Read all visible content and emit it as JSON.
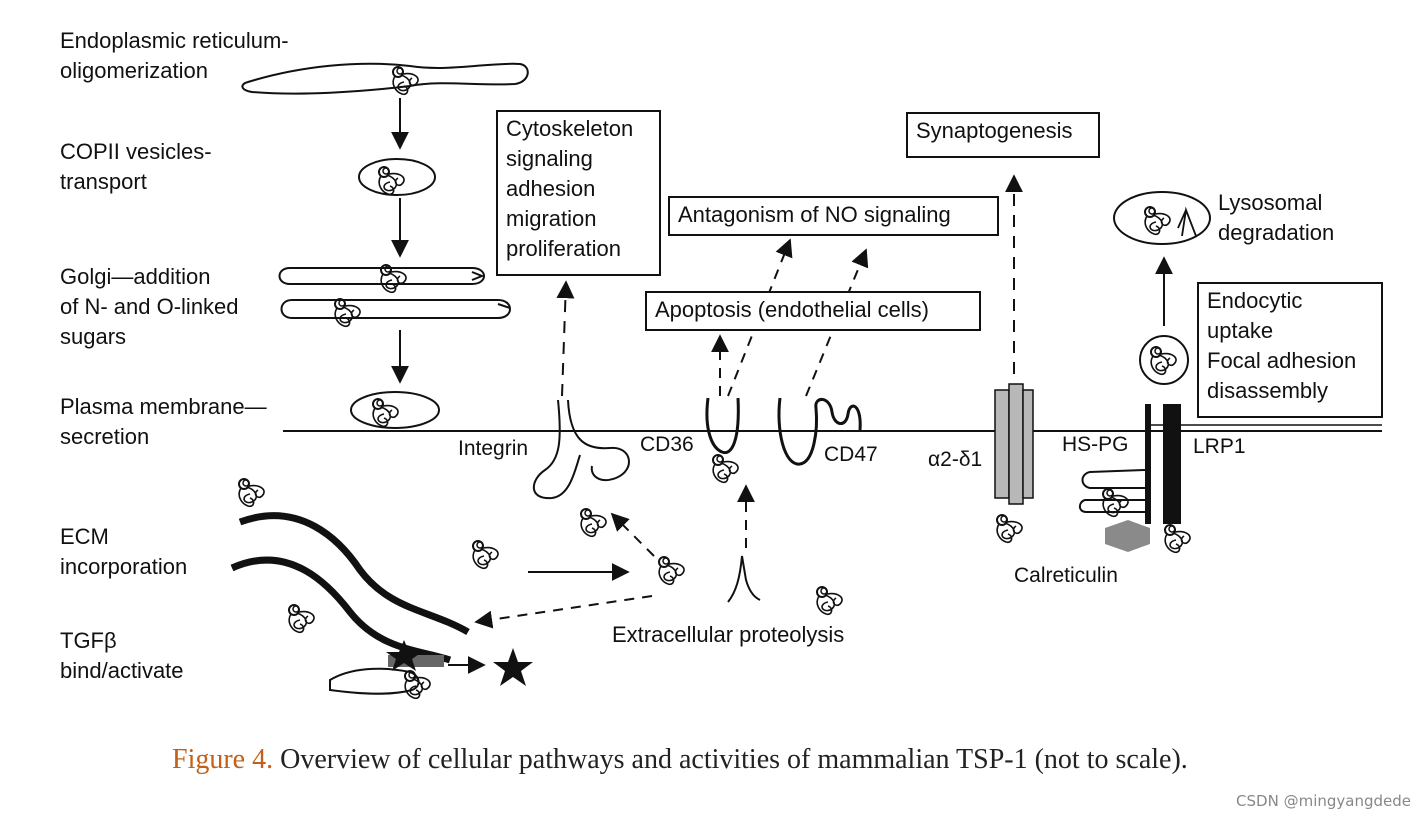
{
  "steps": [
    {
      "line1": "Endoplasmic reticulum-",
      "line2": "oligomerization"
    },
    {
      "line1": "COPII vesicles-",
      "line2": "transport"
    },
    {
      "line1": "Golgi—addition",
      "line2": "of N- and O-linked",
      "line3": "sugars"
    },
    {
      "line1": "Plasma membrane—",
      "line2": "secretion"
    },
    {
      "line1": "ECM",
      "line2": "incorporation"
    },
    {
      "line1": "TGFβ",
      "line2": "bind/activate"
    }
  ],
  "boxes": {
    "cytoskeleton": [
      "Cytoskeleton",
      "signaling",
      "adhesion",
      "migration",
      "proliferation"
    ],
    "antagonism": "Antagonism of NO signaling",
    "apoptosis": "Apoptosis (endothelial cells)",
    "synaptogenesis": "Synaptogenesis",
    "endocytic": [
      "Endocytic",
      "uptake",
      "Focal adhesion",
      "disassembly"
    ]
  },
  "receptors": {
    "integrin": "Integrin",
    "cd36": "CD36",
    "cd47": "CD47",
    "alpha2delta1": "α2-δ1",
    "hspg": "HS-PG",
    "lrp1": "LRP1",
    "calreticulin": "Calreticulin"
  },
  "lysosomal": {
    "line1": "Lysosomal",
    "line2": "degradation"
  },
  "proteolysis": "Extracellular proteolysis",
  "caption": {
    "label": "Figure 4.",
    "text": " Overview of cellular pathways and activities of mammalian TSP-1 (not to scale)."
  },
  "watermark": "CSDN @mingyangdede",
  "colors": {
    "ink": "#111111",
    "caption_label": "#c0601a",
    "receptor_gray": "#b8b8b8",
    "calreticulin": "#8a8a8a",
    "tgf_bar": "#666666"
  }
}
